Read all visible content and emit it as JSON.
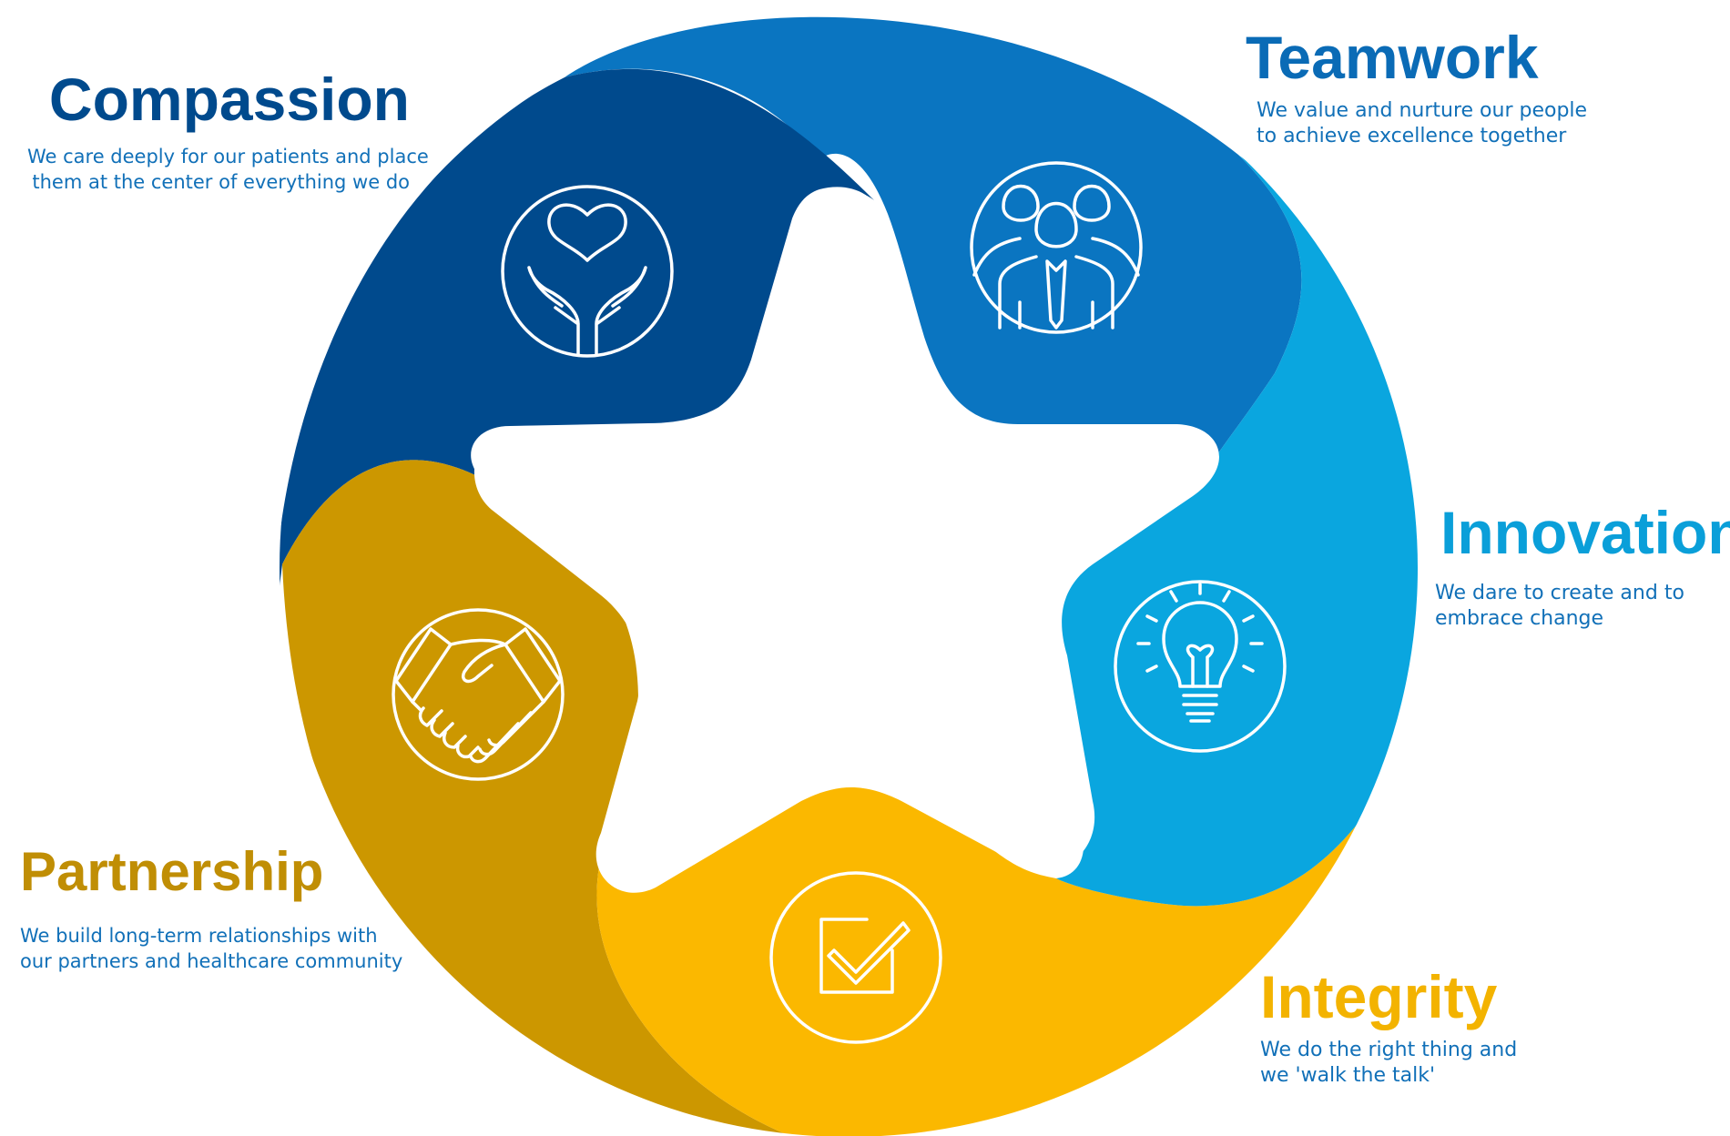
{
  "values": [
    {
      "key": "compassion",
      "title": "Compassion",
      "description": [
        "We care deeply for our patients and place",
        "them at the center of everything we do"
      ],
      "color": "#004a8d",
      "icon": "hands-heart-icon"
    },
    {
      "key": "teamwork",
      "title": "Teamwork",
      "description": [
        "We value and nurture our people",
        "to achieve excellence together"
      ],
      "color": "#0a75c1",
      "icon": "team-people-icon"
    },
    {
      "key": "innovation",
      "title": "Innovation",
      "description": [
        "We dare to create and to",
        "embrace change"
      ],
      "color": "#0aa6df",
      "icon": "lightbulb-icon"
    },
    {
      "key": "integrity",
      "title": "Integrity",
      "description": [
        "We do the right thing and",
        "we 'walk the talk'"
      ],
      "color": "#fbb800",
      "icon": "checkbox-icon"
    },
    {
      "key": "partnership",
      "title": "Partnership",
      "description": [
        "We build long-term relationships with",
        "our partners and healthcare community"
      ],
      "color": "#cc9700",
      "icon": "handshake-icon"
    }
  ]
}
